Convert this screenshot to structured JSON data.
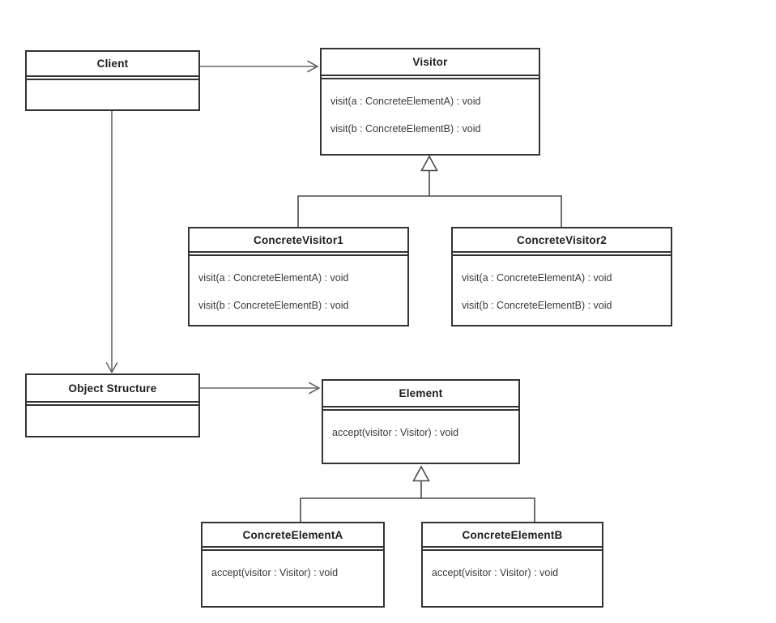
{
  "diagram": {
    "kind": "uml-class-diagram",
    "pattern": "Visitor",
    "background_color": "#ffffff"
  },
  "colors": {
    "box_border": "#333333",
    "title_text": "#1c1c1c",
    "method_text": "#3a3a3a",
    "association_line": "#666666",
    "generalization_line": "#4a4a4a",
    "triangle_fill": "#ffffff"
  },
  "classes": {
    "client": {
      "name": "Client",
      "methods": []
    },
    "visitor": {
      "name": "Visitor",
      "methods": [
        "visit(a : ConcreteElementA) : void",
        "visit(b : ConcreteElementB) : void"
      ]
    },
    "concrete_visitor1": {
      "name": "ConcreteVisitor1",
      "methods": [
        "visit(a : ConcreteElementA) : void",
        "visit(b : ConcreteElementB) : void"
      ]
    },
    "concrete_visitor2": {
      "name": "ConcreteVisitor2",
      "methods": [
        "visit(a : ConcreteElementA) : void",
        "visit(b : ConcreteElementB) : void"
      ]
    },
    "object_structure": {
      "name": "Object Structure",
      "methods": []
    },
    "element": {
      "name": "Element",
      "methods": [
        "accept(visitor : Visitor) : void"
      ]
    },
    "concrete_element_a": {
      "name": "ConcreteElementA",
      "methods": [
        "accept(visitor : Visitor) : void"
      ]
    },
    "concrete_element_b": {
      "name": "ConcreteElementB",
      "methods": [
        "accept(visitor : Visitor) : void"
      ]
    }
  },
  "relations": [
    {
      "type": "directed-association",
      "from": "Client",
      "to": "Visitor",
      "arrowhead": "open"
    },
    {
      "type": "directed-association",
      "from": "Client",
      "to": "Object Structure",
      "arrowhead": "open"
    },
    {
      "type": "directed-association",
      "from": "Object Structure",
      "to": "Element",
      "arrowhead": "open"
    },
    {
      "type": "generalization",
      "from": "ConcreteVisitor1",
      "to": "Visitor",
      "arrowhead": "hollow-triangle"
    },
    {
      "type": "generalization",
      "from": "ConcreteVisitor2",
      "to": "Visitor",
      "arrowhead": "hollow-triangle"
    },
    {
      "type": "generalization",
      "from": "ConcreteElementA",
      "to": "Element",
      "arrowhead": "hollow-triangle"
    },
    {
      "type": "generalization",
      "from": "ConcreteElementB",
      "to": "Element",
      "arrowhead": "hollow-triangle"
    }
  ]
}
